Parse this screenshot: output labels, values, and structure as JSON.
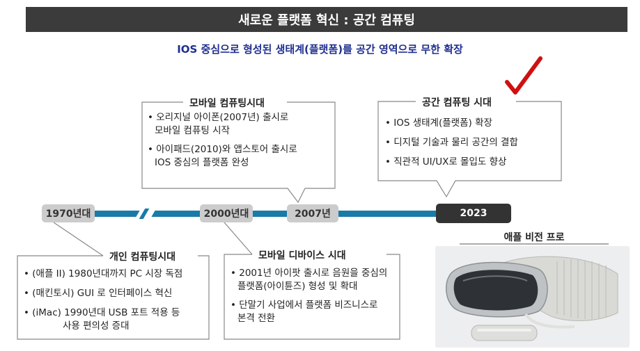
{
  "header": {
    "title": "새로운 플랫폼 혁신 : 공간 컴퓨팅"
  },
  "subtitle": "IOS 중심으로 형성된 생태계(플랫폼)를 공간 영역으로 무한 확장",
  "timeline": {
    "eras": [
      "1970년대",
      "2000년대",
      "2007년",
      "2023"
    ]
  },
  "boxes": {
    "mobile_computing": {
      "title": "모바일 컴퓨팅시대",
      "bullets": [
        [
          "• 오리지널 아이폰(2007년) 출시로",
          "모바일 컴퓨팅 시작"
        ],
        [
          "• 아이패드(2010)와 앱스토어 출시로",
          "IOS 중심의 플랫폼 완성"
        ]
      ]
    },
    "spatial_computing": {
      "title": "공간 컴퓨팅 시대",
      "bullets": [
        "• IOS 생태계(플랫폼) 확장",
        "• 디지털 기술과 물리 공간의 결합",
        "• 직관적 UI/UX로 몰입도 향상"
      ]
    },
    "personal_computing": {
      "title": "개인 컴퓨팅시대",
      "bullets": [
        [
          "• (애플 II) 1980년대까지 PC 시장 독점"
        ],
        [
          "• (매킨토시) GUI 로 인터페이스 혁신"
        ],
        [
          "• (iMac) 1990년대 USB 포트 적용 등",
          "사용 편의성 증대"
        ]
      ]
    },
    "mobile_device": {
      "title": "모바일 디바이스 시대",
      "bullets": [
        [
          "• 2001년 아이팟 출시로 음원을 중심의",
          "플랫폼(아이튠즈) 형성 및 확대"
        ],
        [
          "• 단말기 사업에서 플랫폼 비즈니스로",
          "본격 전환"
        ]
      ]
    }
  },
  "product": {
    "title": "애플 비전 프로"
  },
  "colors": {
    "header_bg": "#3b3b3b",
    "subtitle": "#1f2f8f",
    "track": "#1a7aa8",
    "check": "#d01010",
    "pill": "#cccccc",
    "pill_dark": "#333333"
  }
}
